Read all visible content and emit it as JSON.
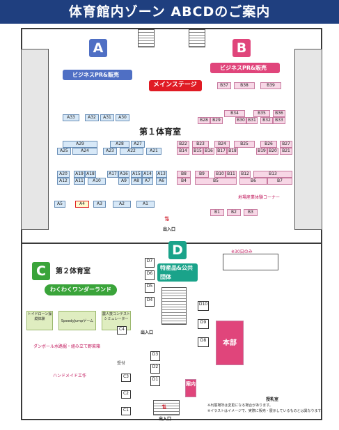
{
  "header": {
    "title": "体育館内ゾーン ABCDのご案内"
  },
  "zones": {
    "a": "A",
    "b": "B",
    "c": "C",
    "d": "D"
  },
  "banners": {
    "a": "ビジネスPR&販売",
    "b": "ビジネスPR&販売",
    "main_stage": "メインステージ",
    "wakuwaku": "わくわくワンダーランド",
    "tokusan": "特産品&公共団体"
  },
  "rooms": {
    "gym1": "第１体育室",
    "gym2": "第２体育室",
    "honbu": "本部",
    "annai": "案内"
  },
  "labels": {
    "chiiki": "地場産業体験コーナー",
    "only30": "※30日のみ",
    "danball": "ダンボール水路掘・組み立て野菜箱",
    "handmade": "ハンドメイド工作",
    "ukezuke": "受付",
    "junyu": "授乳室",
    "drone": "トイドローン操縦体験",
    "speedy": "SpeedyJumpゲーム",
    "robot": "農人技コンテストシミュレーター",
    "entrance": "出入口",
    "note1": "※出展場所は変更になる場合があります。",
    "note2": "※イラストはイメージで、実際に販売・展示しているものとは異なります。"
  },
  "booths_a": {
    "a33": "A33",
    "a32": "A32",
    "a31": "A31",
    "a30": "A30",
    "a29": "A29",
    "a28": "A28",
    "a27": "A27",
    "a25": "A25",
    "a24": "A24",
    "a23": "A23",
    "a22": "A22",
    "a21": "A21",
    "a20": "A20",
    "a19": "A19",
    "a18": "A18",
    "a17": "A17",
    "a16": "A16",
    "a15": "A15",
    "a14": "A14",
    "a13": "A13",
    "a12": "A12",
    "a11": "A11",
    "a10": "A10",
    "a9": "A9",
    "a8": "A8",
    "a7": "A7",
    "a6": "A6",
    "a5": "A5",
    "a4": "A4",
    "a3": "A3",
    "a2": "A2",
    "a1": "A1"
  },
  "booths_b": {
    "b37": "B37",
    "b38": "B38",
    "b39": "B39",
    "b34": "B34",
    "b35": "B35",
    "b36": "B36",
    "b28": "B28",
    "b29": "B29",
    "b30": "B30",
    "b31": "B31",
    "b32": "B32",
    "b33": "B33",
    "b22": "B22",
    "b23": "B23",
    "b24": "B24",
    "b25": "B25",
    "b26": "B26",
    "b27": "B27",
    "b14": "B14",
    "b15": "B15",
    "b16": "B16",
    "b17": "B17",
    "b18": "B18",
    "b19": "B19",
    "b20": "B20",
    "b21": "B21",
    "b8": "B8",
    "b9": "B9",
    "b10": "B10",
    "b11": "B11",
    "b12": "B12",
    "b13": "B13",
    "b4": "B4",
    "b5": "B5",
    "b6": "B6",
    "b7": "B7",
    "b1": "B1",
    "b2": "B2",
    "b3": "B3"
  },
  "booths_c": {
    "c1": "C1",
    "c2": "C2",
    "c3": "C3",
    "c4": "C4"
  },
  "booths_d": {
    "d1": "D1",
    "d2": "D2",
    "d3": "D3",
    "d4": "D4",
    "d5": "D5",
    "d6": "D6",
    "d7": "D7",
    "d8": "D8",
    "d9": "D9",
    "d10": "D10"
  },
  "colors": {
    "header": "#1f3f7f",
    "zone_a": "#4f6fc4",
    "zone_b": "#e0457b",
    "zone_c": "#3aa43a",
    "zone_d": "#1aa38a",
    "stage": "#e01b24"
  }
}
